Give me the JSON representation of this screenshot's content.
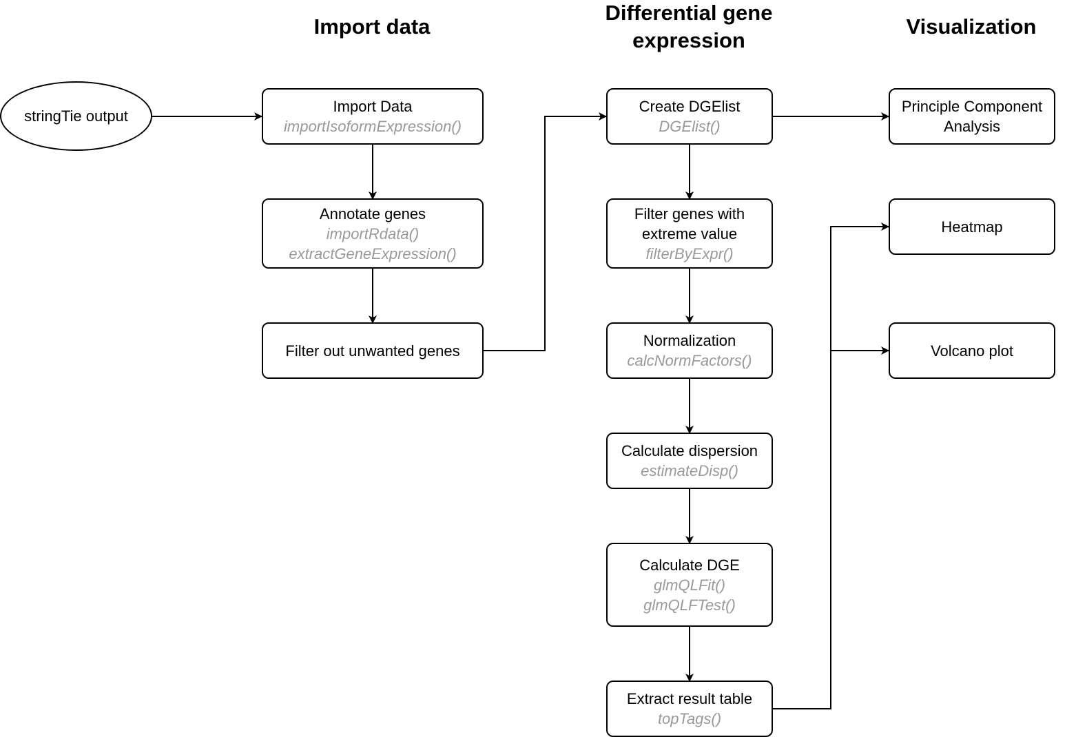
{
  "sections": {
    "import": "Import data",
    "dge_line1": "Differential gene",
    "dge_line2": "expression",
    "visualization": "Visualization"
  },
  "source": {
    "label": "stringTie output"
  },
  "import_steps": [
    {
      "title": "Import Data",
      "functions": [
        "importIsoformExpression()"
      ]
    },
    {
      "title": "Annotate genes",
      "functions": [
        "importRdata()",
        "extractGeneExpression()"
      ]
    },
    {
      "title": "Filter out unwanted genes",
      "functions": []
    }
  ],
  "dge_steps": [
    {
      "title": "Create DGElist",
      "functions": [
        "DGElist()"
      ]
    },
    {
      "title_line1": "Filter genes with",
      "title_line2": "extreme value",
      "functions": [
        "filterByExpr()"
      ]
    },
    {
      "title": "Normalization",
      "functions": [
        "calcNormFactors()"
      ]
    },
    {
      "title": "Calculate dispersion",
      "functions": [
        "estimateDisp()"
      ]
    },
    {
      "title": "Calculate DGE",
      "functions": [
        "glmQLFit()",
        "glmQLFTest()"
      ]
    },
    {
      "title": "Extract result table",
      "functions": [
        "topTags()"
      ]
    }
  ],
  "visualization_steps": [
    {
      "title_line1": "Principle Component",
      "title_line2": "Analysis"
    },
    {
      "title": "Heatmap"
    },
    {
      "title": "Volcano plot"
    }
  ],
  "colors": {
    "function_text": "#999999",
    "border": "#000000"
  }
}
